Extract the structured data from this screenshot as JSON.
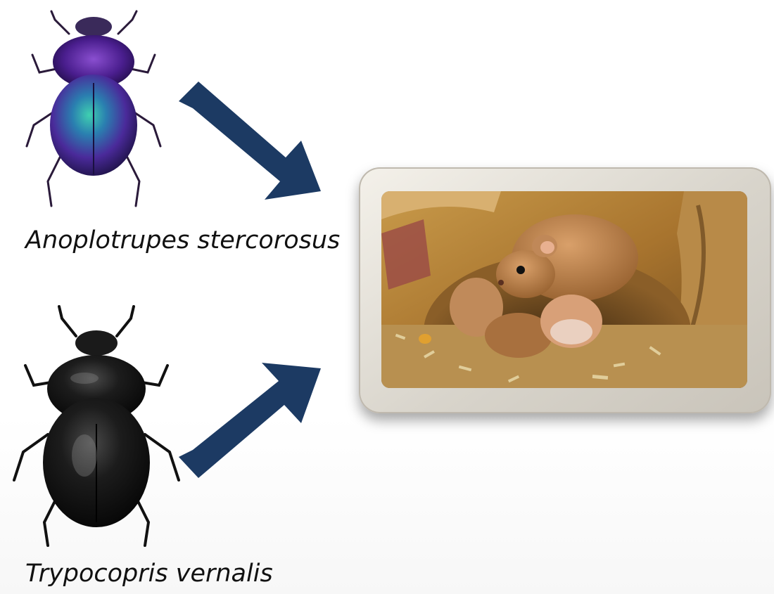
{
  "species": [
    {
      "name": "Anoplotrupes stercorosus",
      "color": "#4b2a8f"
    },
    {
      "name": "Trypocopris vernalis",
      "color": "#141414"
    }
  ],
  "arrow_color": "#1c3a63",
  "photo": {
    "subject": "mouse-with-pups-in-nest"
  }
}
